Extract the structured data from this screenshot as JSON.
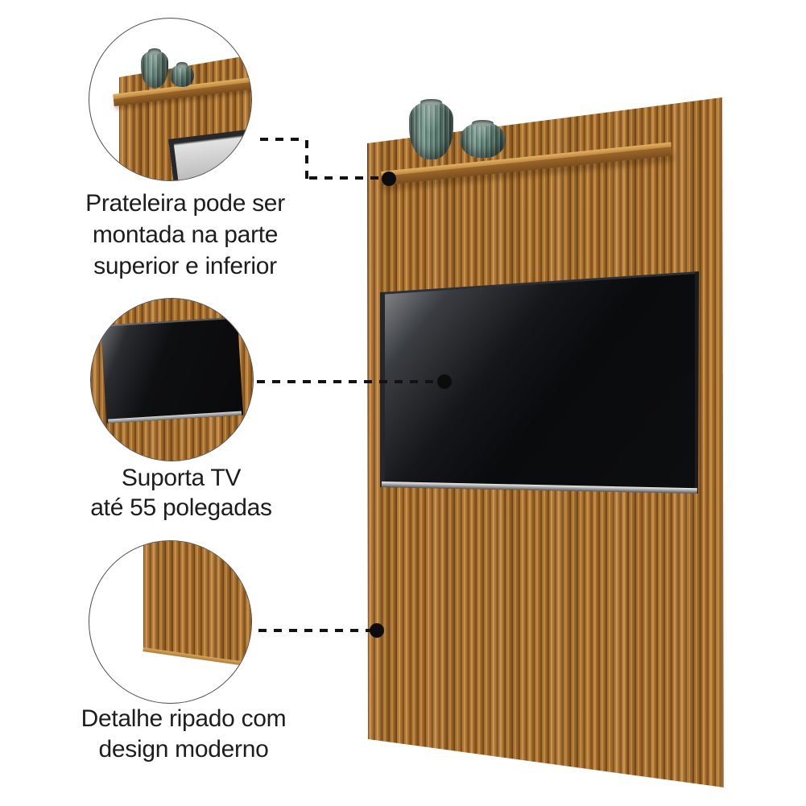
{
  "image": {
    "type": "annotated-product-view",
    "background": "#ffffff"
  },
  "annotations": [
    {
      "name": "shelf-note",
      "lines": [
        "Prateleira pode ser",
        "montada na parte",
        "superior e inferior"
      ]
    },
    {
      "name": "tv-note",
      "lines": [
        "Suporta TV",
        "até 55 polegadas"
      ]
    },
    {
      "name": "slat-note",
      "lines": [
        "Detalhe ripado com",
        "design moderno"
      ]
    }
  ],
  "icons": {
    "callout_dot": "●",
    "dashed_connector": "- - -"
  },
  "colors": {
    "wood_base": "#a9712e",
    "wood_light": "#c78f45",
    "wood_groove": "#6f4919",
    "shelf_top": "#d7a351",
    "shelf_front": "#8d5b26",
    "tv_screen": "#0b0c0e",
    "tv_bottom_strip": "#c9c9c9",
    "vase_glass": "#5d7d72",
    "connector": "#121212",
    "text": "#1d1d1d",
    "background": "#ffffff"
  }
}
